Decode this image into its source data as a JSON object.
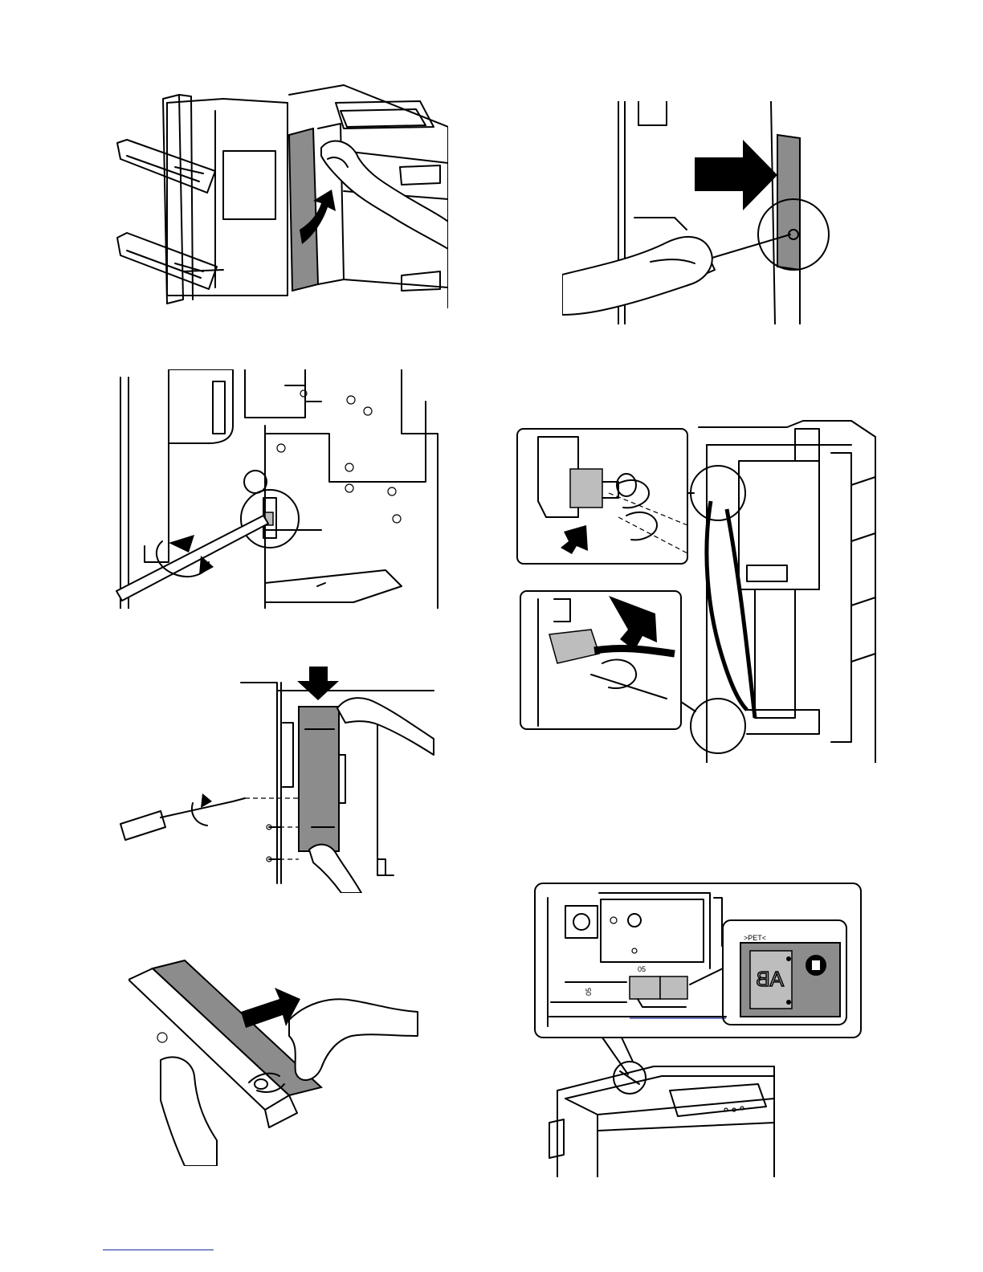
{
  "figures": [
    {
      "id": "fig-1",
      "icon": "finisher-front-cover-open-illustration"
    },
    {
      "id": "fig-2",
      "icon": "screw-removal-side-panel-illustration"
    },
    {
      "id": "fig-3",
      "icon": "screwdriver-rotate-screw-illustration"
    },
    {
      "id": "fig-4",
      "icon": "connector-disconnect-illustration"
    },
    {
      "id": "fig-5",
      "icon": "cover-slide-down-remove-screws-illustration"
    },
    {
      "id": "fig-6",
      "icon": "cut-cover-with-nippers-illustration"
    },
    {
      "id": "fig-7",
      "icon": "label-position-detail-illustration"
    }
  ],
  "fig7_labels": {
    "code_a": "05",
    "code_b": "05",
    "label_text": "AB",
    "small_tag": ">PET<"
  },
  "colors": {
    "shade": "#8c8c8c",
    "line": "#000000",
    "footer_rule": "#1a2a9a"
  }
}
